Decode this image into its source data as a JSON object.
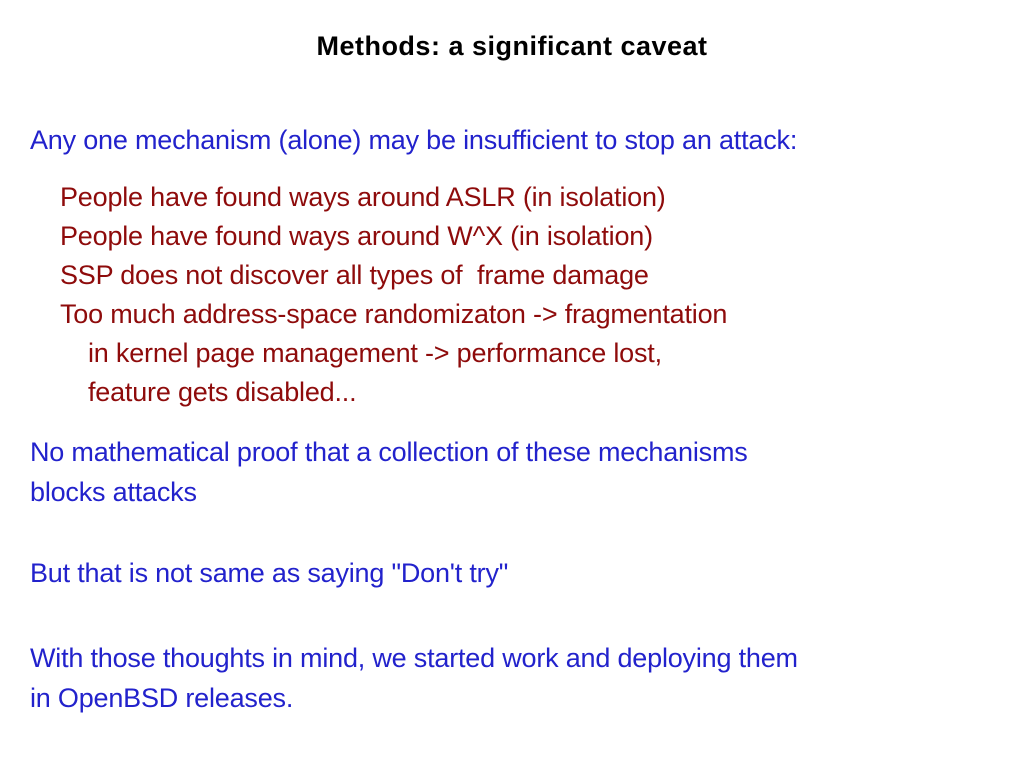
{
  "slide": {
    "title": "Methods: a significant caveat",
    "intro": "Any one mechanism (alone) may be insufficient to stop an attack:",
    "caveats": [
      {
        "text": "People have found ways around ASLR (in isolation)",
        "indent": 1
      },
      {
        "text": "People have found ways around W^X (in isolation)",
        "indent": 1
      },
      {
        "text": "SSP does not discover all types of  frame damage",
        "indent": 1
      },
      {
        "text": "Too much address-space randomizaton -> fragmentation",
        "indent": 1
      },
      {
        "text": "in kernel page management -> performance lost,",
        "indent": 2
      },
      {
        "text": "feature gets disabled...",
        "indent": 2
      }
    ],
    "paragraphs": [
      {
        "lines": [
          "No mathematical proof that a collection of these mechanisms",
          "blocks attacks"
        ]
      },
      {
        "lines": [
          "But that is not same as saying \"Don't try\""
        ]
      },
      {
        "lines": [
          "With those thoughts in mind, we started work and deploying them",
          "in OpenBSD releases."
        ]
      }
    ],
    "colors": {
      "background": "#ffffff",
      "title": "#000000",
      "body_blue": "#2222cc",
      "detail_red": "#8e0b0b"
    }
  }
}
